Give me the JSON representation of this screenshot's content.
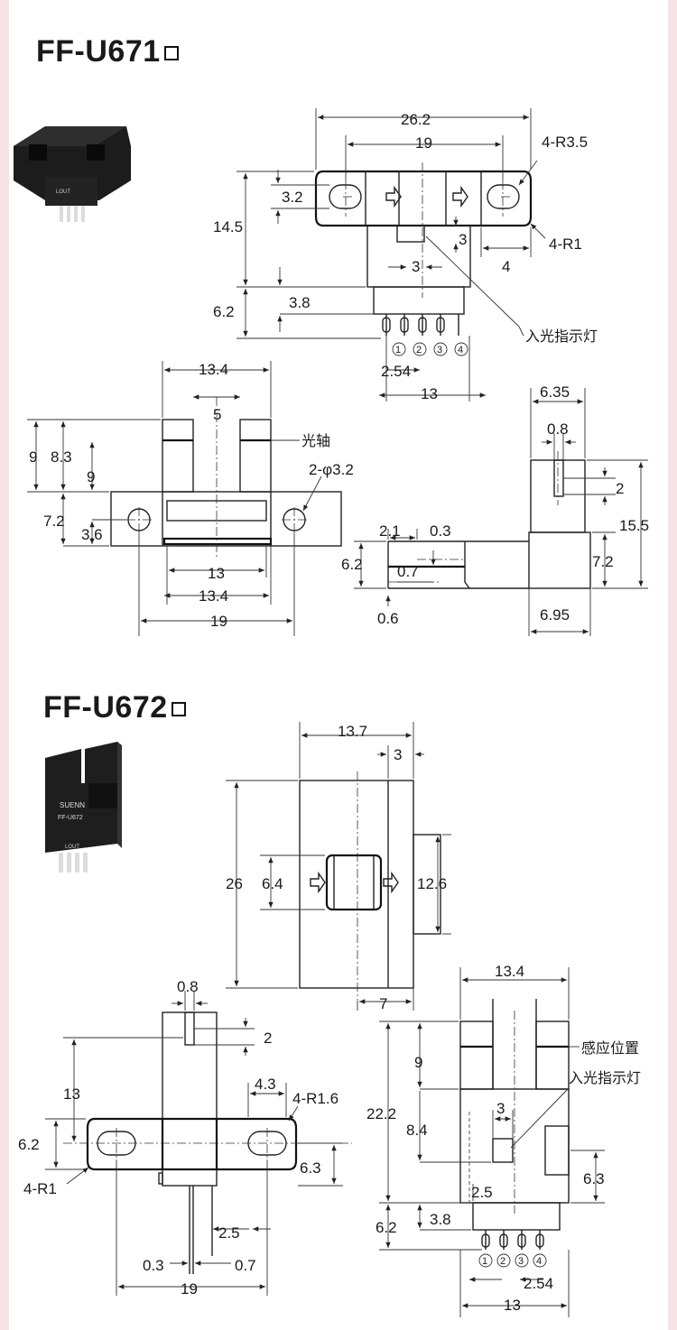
{
  "models": [
    {
      "title": "FF-U671",
      "photo_label": "LOUT",
      "dims": {
        "total_width": "26.2",
        "hole_pitch": "19",
        "hole_radius": "4-R3.5",
        "hole_height": "3.2",
        "height": "14.5",
        "corner_radius": "4-R1",
        "led_size": "3",
        "led_offset": "3",
        "tab": "4",
        "lead_length": "6.2",
        "lead_body": "3.8",
        "pin_pitch": "2.54",
        "pin_span": "13",
        "led_label": "入光指示灯",
        "front_width": "13.4",
        "slot": "5",
        "front_h1": "9",
        "front_h2": "8.3",
        "front_h3": "9",
        "axis_label": "光轴",
        "mount_holes": "2-φ3.2",
        "flange_h": "7.2",
        "flange_half": "3.6",
        "front_13": "13",
        "front_134": "13.4",
        "front_19": "19",
        "side_top": "6.35",
        "side_slit": "0.8",
        "side_2": "2",
        "side_h": "15.5",
        "side_72": "7.2",
        "side_695": "6.95",
        "side_21": "2.1",
        "side_03": "0.3",
        "side_62": "6.2",
        "side_07": "0.7",
        "side_06": "0.6"
      },
      "pins": [
        "1",
        "2",
        "3",
        "4"
      ]
    },
    {
      "title": "FF-U672",
      "photo_label_brand": "SUENN",
      "photo_label_model": "FF-U672",
      "photo_label": "LOUT",
      "dims": {
        "top_width": "13.7",
        "top_3": "3",
        "height": "26",
        "hole_h": "6.4",
        "side": "12.6",
        "bottom_7": "7",
        "slit": "0.8",
        "slit_2": "2",
        "h13": "13",
        "w43": "4.3",
        "r16": "4-R1.6",
        "flange_62": "6.2",
        "r1": "4-R1",
        "h63": "6.3",
        "w25": "2.5",
        "w03": "0.3",
        "w07": "0.7",
        "width": "19",
        "front_width": "13.4",
        "sense_label": "感应位置",
        "led_label": "入光指示灯",
        "front_h9": "9",
        "front_222": "22.2",
        "front_3": "3",
        "front_84": "8.4",
        "front_63": "6.3",
        "front_25": "2.5",
        "front_38": "3.8",
        "front_62": "6.2",
        "pin_pitch": "2.54",
        "pin_span": "13"
      },
      "pins": [
        "1",
        "2",
        "3",
        "4"
      ]
    }
  ]
}
